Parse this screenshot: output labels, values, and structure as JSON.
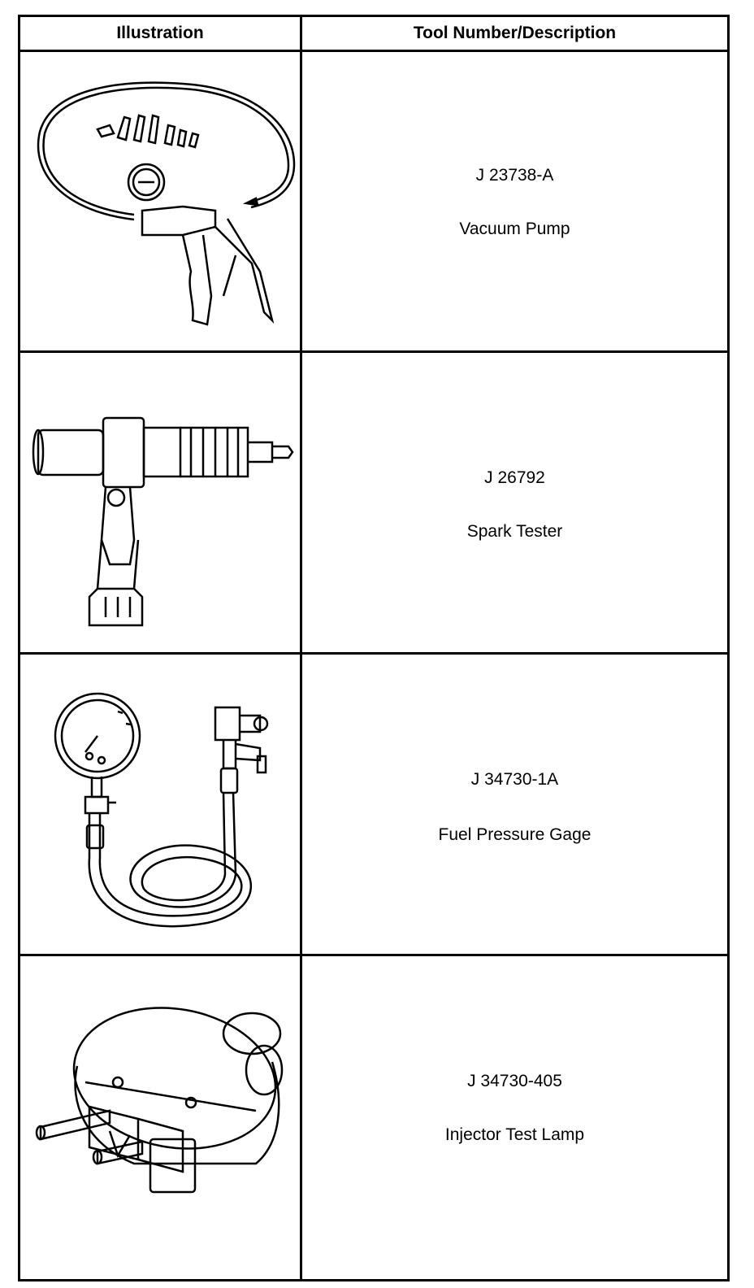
{
  "header": {
    "col_illustration": "Illustration",
    "col_description": "Tool Number/Description"
  },
  "tools": [
    {
      "number": "J 23738-A",
      "name": "Vacuum Pump",
      "icon": "vacuum-pump-illustration"
    },
    {
      "number": "J 26792",
      "name": "Spark Tester",
      "icon": "spark-tester-illustration"
    },
    {
      "number": "J 34730-1A",
      "name": "Fuel Pressure Gage",
      "icon": "fuel-pressure-gage-illustration"
    },
    {
      "number": "J 34730-405",
      "name": "Injector Test Lamp",
      "icon": "injector-test-lamp-illustration"
    }
  ]
}
